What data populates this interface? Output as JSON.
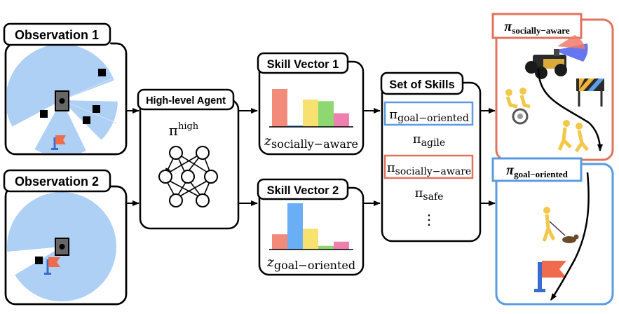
{
  "observations": [
    {
      "title": "Observation 1"
    },
    {
      "title": "Observation 2"
    }
  ],
  "high_level_agent": {
    "title": "High-level Agent",
    "policy_base": "π",
    "policy_sup": "high"
  },
  "skill_vectors": [
    {
      "title": "Skill Vector 1",
      "label_base": "z",
      "label_sub": "socially−aware",
      "bars": [
        {
          "value": 1.0,
          "color": "#f28b7a"
        },
        {
          "value": 0.04,
          "color": "#6aaef6"
        },
        {
          "value": 0.72,
          "color": "#f7e16f"
        },
        {
          "value": 0.68,
          "color": "#8dd871"
        },
        {
          "value": 0.36,
          "color": "#ee7fae"
        }
      ]
    },
    {
      "title": "Skill Vector 2",
      "label_base": "z",
      "label_sub": "goal−oriented",
      "bars": [
        {
          "value": 0.33,
          "color": "#f28b7a"
        },
        {
          "value": 1.0,
          "color": "#6aaef6"
        },
        {
          "value": 0.45,
          "color": "#f7e16f"
        },
        {
          "value": 0.08,
          "color": "#8dd871"
        },
        {
          "value": 0.17,
          "color": "#ee7fae"
        }
      ]
    }
  ],
  "skills": {
    "title": "Set of Skills",
    "items": [
      {
        "base": "π",
        "sub": "goal−oriented"
      },
      {
        "base": "π",
        "sub": "agile"
      },
      {
        "base": "π",
        "sub": "socially−aware"
      },
      {
        "base": "π",
        "sub": "safe"
      }
    ],
    "ellipsis": "⋮"
  },
  "outputs": [
    {
      "label_base": "π",
      "label_sub": "socially−aware"
    },
    {
      "label_base": "π",
      "label_sub": "goal−oriented"
    }
  ],
  "colors": {
    "blue_accent": "#5b9be0",
    "red_accent": "#e0735e",
    "sensor_blue": "#aed0f5"
  }
}
